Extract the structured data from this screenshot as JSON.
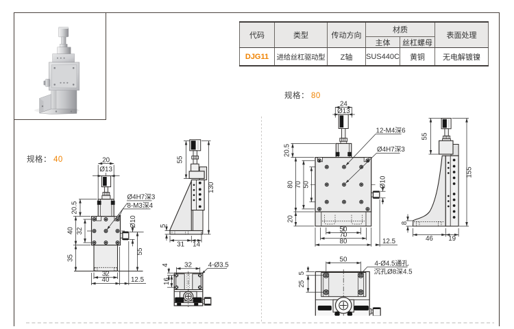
{
  "page": {
    "spec40_label": "规格：",
    "spec40_value": "40",
    "spec80_label": "规格：",
    "spec80_value": "80"
  },
  "colors": {
    "accent_orange": "#ef8200",
    "table_header_bg": "#e9e8e7",
    "line_dark": "#2d2a28",
    "plate_fill": "#ebebeb"
  },
  "table": {
    "col_code": "代码",
    "col_type": "类型",
    "col_direction": "传动方向",
    "col_material": "材质",
    "col_body": "主体",
    "col_nut": "丝杠螺母",
    "col_surface": "表面处理",
    "row": {
      "code": "DJG11",
      "type": "进给丝杠驱动型",
      "direction": "Z轴",
      "body": "SUS440C",
      "nut": "黄铜",
      "surface": "无电解镀镍"
    }
  },
  "d40": {
    "front": {
      "w20": "20",
      "dia13": "Ø13",
      "h205": "20.5",
      "h40": "40",
      "h32": "32",
      "h35": "35",
      "hole1": "Ø4H7深3",
      "hole2": "8-M3深4",
      "dia10": "Ø10",
      "h55": "55",
      "b32": "32",
      "b40": "40",
      "b125": "12.5"
    },
    "side": {
      "k55": "55",
      "h130": "130",
      "t5": "5",
      "b31": "31",
      "b14": "14"
    },
    "bottom": {
      "t32": "32",
      "l4": "4",
      "l16": "16",
      "holes": "4-Ø3.5"
    }
  },
  "d80": {
    "front": {
      "w24": "24",
      "dia13": "Ø13",
      "h205": "20.5",
      "h80": "80",
      "h70": "70",
      "h50": "50",
      "h20": "20",
      "hole1": "12-M4深6",
      "hole2": "Ø4H7深3",
      "dia10": "Ø10",
      "b50": "50",
      "b70": "70",
      "b80": "80",
      "b125": "12.5"
    },
    "side": {
      "k55": "55",
      "h155": "155",
      "t8": "8",
      "b46": "46",
      "b19": "19"
    },
    "bottom": {
      "t50": "50",
      "l5": "5",
      "l25": "25",
      "holes1": "4-Ø4.5通孔",
      "holes2": "沉孔Ø8深4.5"
    }
  }
}
